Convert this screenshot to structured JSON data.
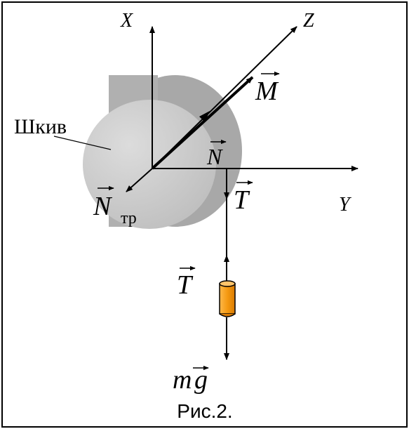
{
  "diagram": {
    "axes": {
      "x": "X",
      "y": "Y",
      "z": "Z"
    },
    "pulley_label": "Шкив",
    "vectors": {
      "moment": "M",
      "normal": "N",
      "friction_base": "N",
      "friction_sub": "тр",
      "tension_upper": "T",
      "tension_lower": "T",
      "gravity_prefix": "m",
      "gravity_symbol": "g"
    },
    "colors": {
      "pulley_front": "#cccccc",
      "pulley_back": "#a8a8a8",
      "weight_body": "#f59a12",
      "weight_cap": "#d97a00",
      "stroke": "#000000"
    }
  },
  "caption": "Рис.2."
}
